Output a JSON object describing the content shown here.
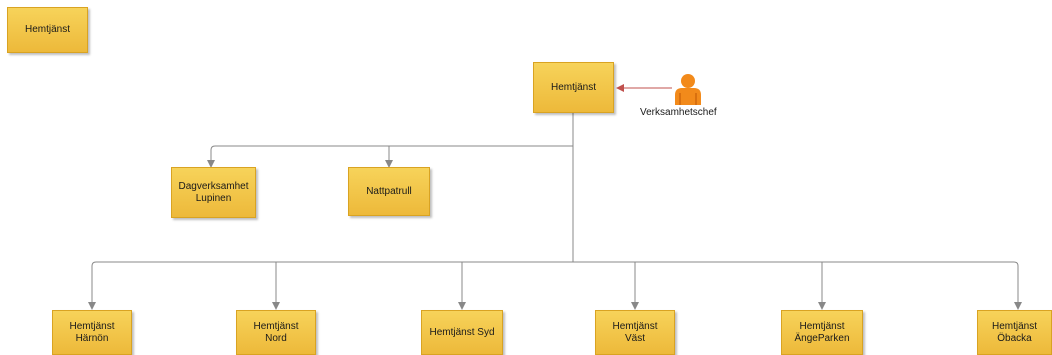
{
  "legend": {
    "label": "Hemtjänst"
  },
  "root": {
    "label": "Hemtjänst"
  },
  "manager": {
    "label": "Verksamhetschef",
    "icon": "person-icon",
    "color": "#f28a1b"
  },
  "units": [
    {
      "label": "Dagverksamhet\nLupinen"
    },
    {
      "label": "Nattpatrull"
    }
  ],
  "districts": [
    {
      "label": "Hemtjänst\nHärnön"
    },
    {
      "label": "Hemtjänst\nNord"
    },
    {
      "label": "Hemtjänst Syd"
    },
    {
      "label": "Hemtjänst\nVäst"
    },
    {
      "label": "Hemtjänst\nÄngeParken"
    },
    {
      "label": "Hemtjänst\nÖbacka"
    }
  ],
  "colors": {
    "box": "#f2c446",
    "connector": "#888888",
    "arrow_manager": "#c0504d"
  }
}
